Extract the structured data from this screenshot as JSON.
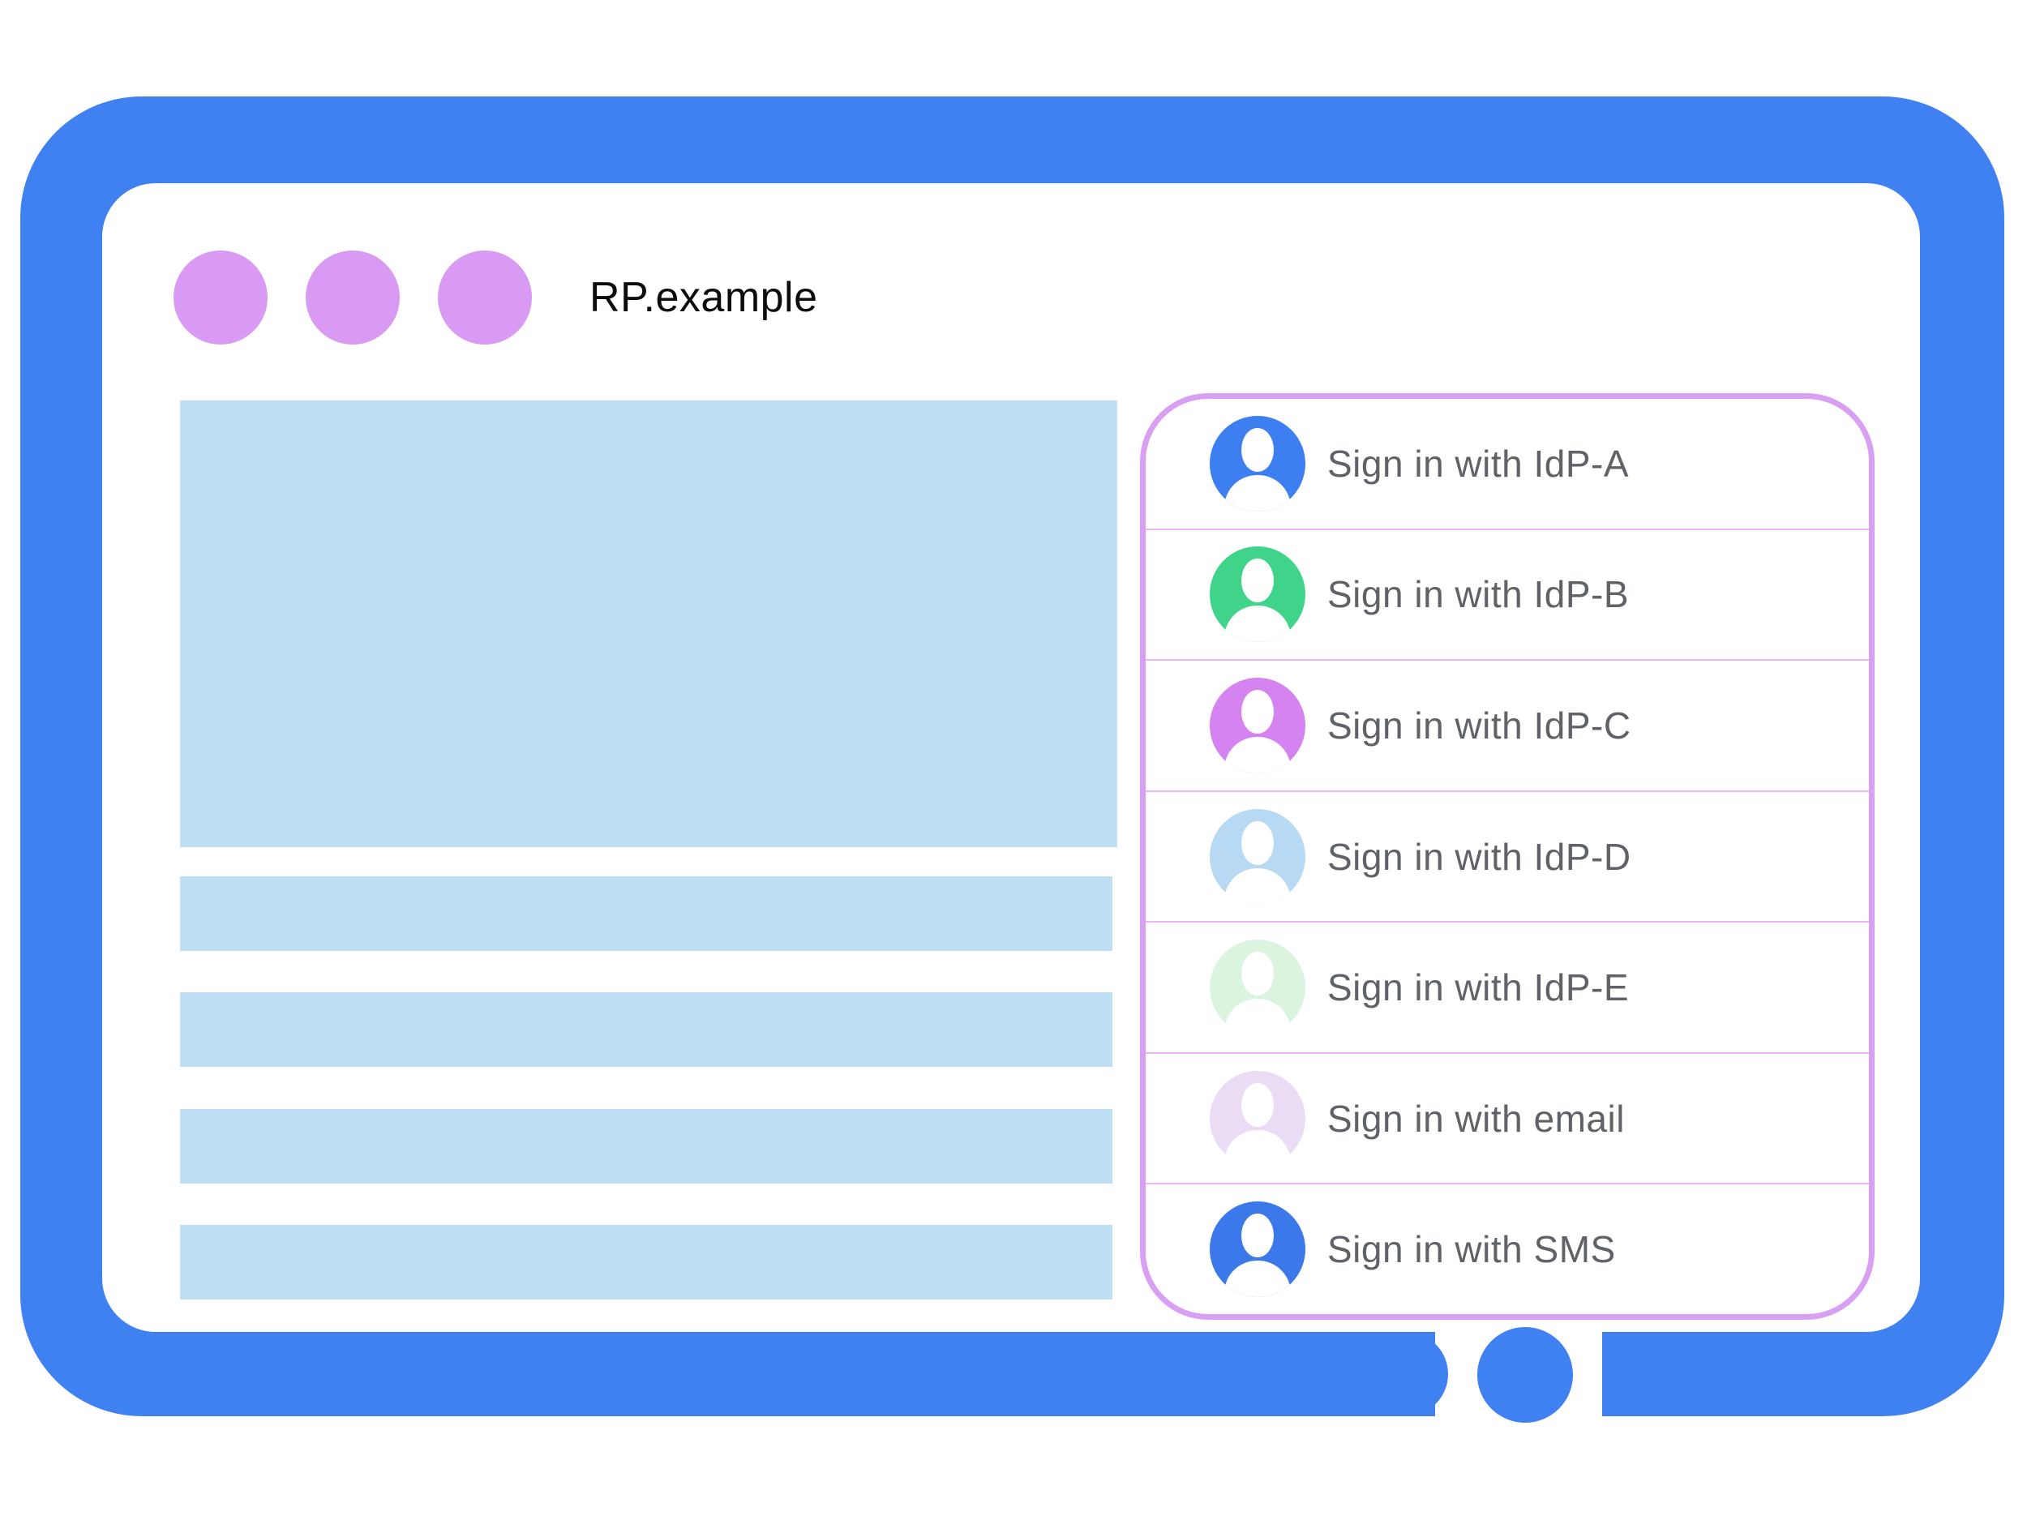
{
  "window": {
    "title": "RP.example",
    "chrome_dot_count": 3
  },
  "signin_panel": {
    "items": [
      {
        "label": "Sign in with IdP-A",
        "avatar_color": "#3D7EF0"
      },
      {
        "label": "Sign in with IdP-B",
        "avatar_color": "#3FD48A"
      },
      {
        "label": "Sign in with IdP-C",
        "avatar_color": "#D583F1"
      },
      {
        "label": "Sign in with IdP-D",
        "avatar_color": "#B7D9F3"
      },
      {
        "label": "Sign in with IdP-E",
        "avatar_color": "#DBF4DF"
      },
      {
        "label": "Sign in with email",
        "avatar_color": "#EADCF5"
      },
      {
        "label": "Sign in with SMS",
        "avatar_color": "#3B78EA"
      }
    ]
  },
  "colors": {
    "frame_blue": "#4081F2",
    "chrome_dot_purple": "#D89AF3",
    "skeleton_blue": "#BEDFF4",
    "panel_border": "#D99FF2",
    "panel_separator": "#EDB5F6",
    "label_gray": "#5F6368",
    "title_black": "#0c0c0e",
    "background": "#ffffff"
  }
}
